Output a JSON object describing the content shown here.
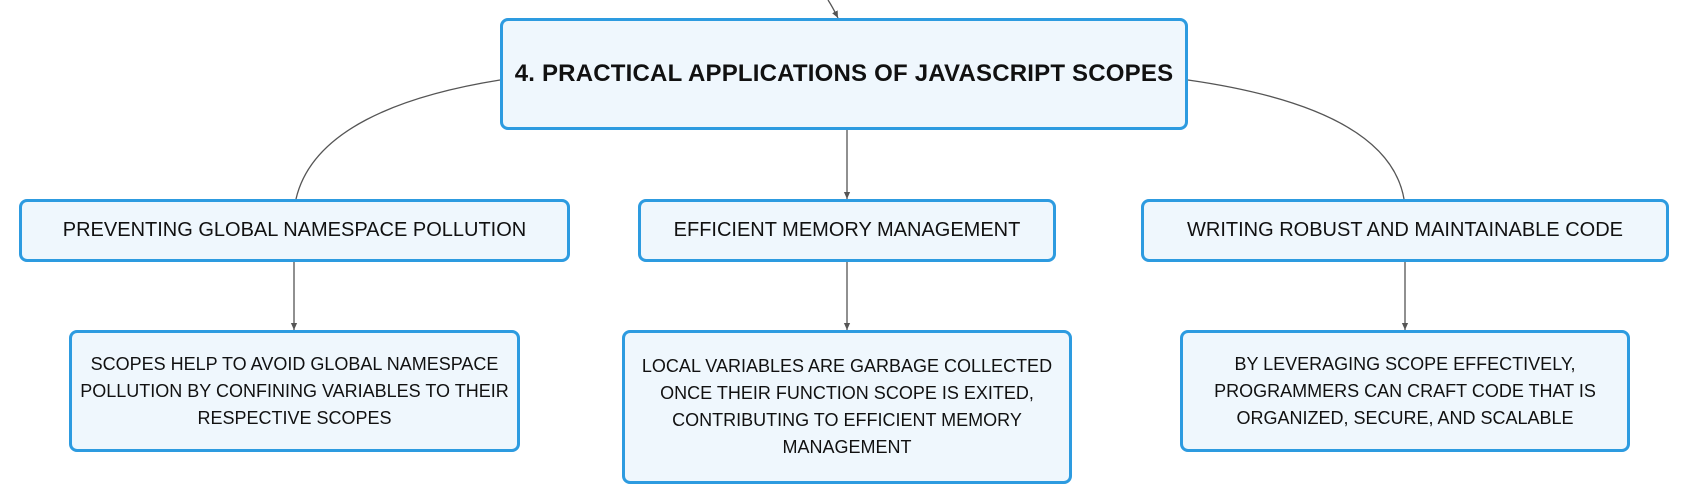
{
  "colors": {
    "node_fill": "#eff7fd",
    "node_border": "#2d9be0",
    "connector": "#555555",
    "text": "#111111"
  },
  "root": {
    "label": "4. PRACTICAL APPLICATIONS OF JAVASCRIPT SCOPES"
  },
  "branches": [
    {
      "label": "PREVENTING GLOBAL NAMESPACE POLLUTION",
      "detail": "SCOPES HELP TO AVOID GLOBAL NAMESPACE POLLUTION BY CONFINING VARIABLES TO THEIR RESPECTIVE SCOPES"
    },
    {
      "label": "EFFICIENT MEMORY MANAGEMENT",
      "detail": "LOCAL VARIABLES ARE GARBAGE COLLECTED ONCE THEIR FUNCTION SCOPE IS EXITED, CONTRIBUTING TO EFFICIENT MEMORY MANAGEMENT"
    },
    {
      "label": "WRITING ROBUST AND MAINTAINABLE CODE",
      "detail": "BY LEVERAGING SCOPE EFFECTIVELY, PROGRAMMERS CAN CRAFT CODE THAT IS ORGANIZED, SECURE, AND SCALABLE"
    }
  ]
}
